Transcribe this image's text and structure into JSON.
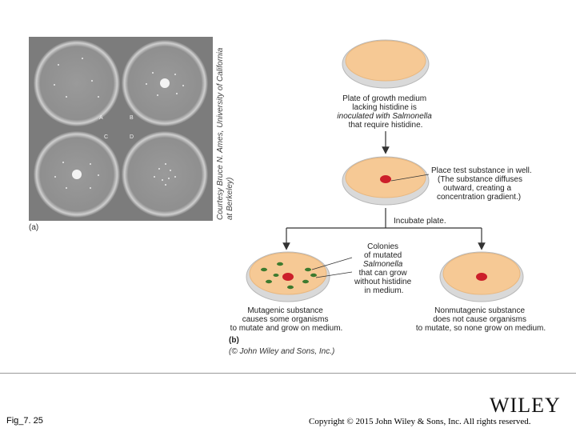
{
  "figure_a": {
    "panel_label": "(a)",
    "dish_letters": [
      "A",
      "B",
      "C",
      "D"
    ],
    "credit_line1": "Courtesy Bruce N. Ames, University of California",
    "credit_line2": "at Berkeley)"
  },
  "figure_b": {
    "step1": [
      "Plate of growth medium",
      "lacking histidine is",
      "inoculated with Salmonella",
      "that require histidine."
    ],
    "step2": [
      "Place test substance in well.",
      "(The substance diffuses",
      "outward, creating a",
      "concentration gradient.)"
    ],
    "incubate": "Incubate plate.",
    "colonies": [
      "Colonies",
      "of mutated",
      "Salmonella",
      "that can grow",
      "without histidine",
      "in medium."
    ],
    "mutagenic": [
      "Mutagenic substance",
      "causes some organisms",
      "to mutate and grow on medium."
    ],
    "nonmutagenic": [
      "Nonmutagenic substance",
      "does not cause organisms",
      "to mutate, so none grow on medium."
    ],
    "panel_label": "(b)",
    "copyright_inner": "(© John Wiley and Sons, Inc.)",
    "colors": {
      "medium": "#f6c995",
      "rim": "#d9d9d9",
      "test_substance": "#cc1f2a",
      "colony": "#3d7a2e",
      "arrow": "#333333"
    }
  },
  "footer": {
    "fig_label": "Fig_7. 25",
    "brand": "WILEY",
    "copyright": "Copyright © 2015 John Wiley & Sons, Inc. All rights reserved."
  }
}
